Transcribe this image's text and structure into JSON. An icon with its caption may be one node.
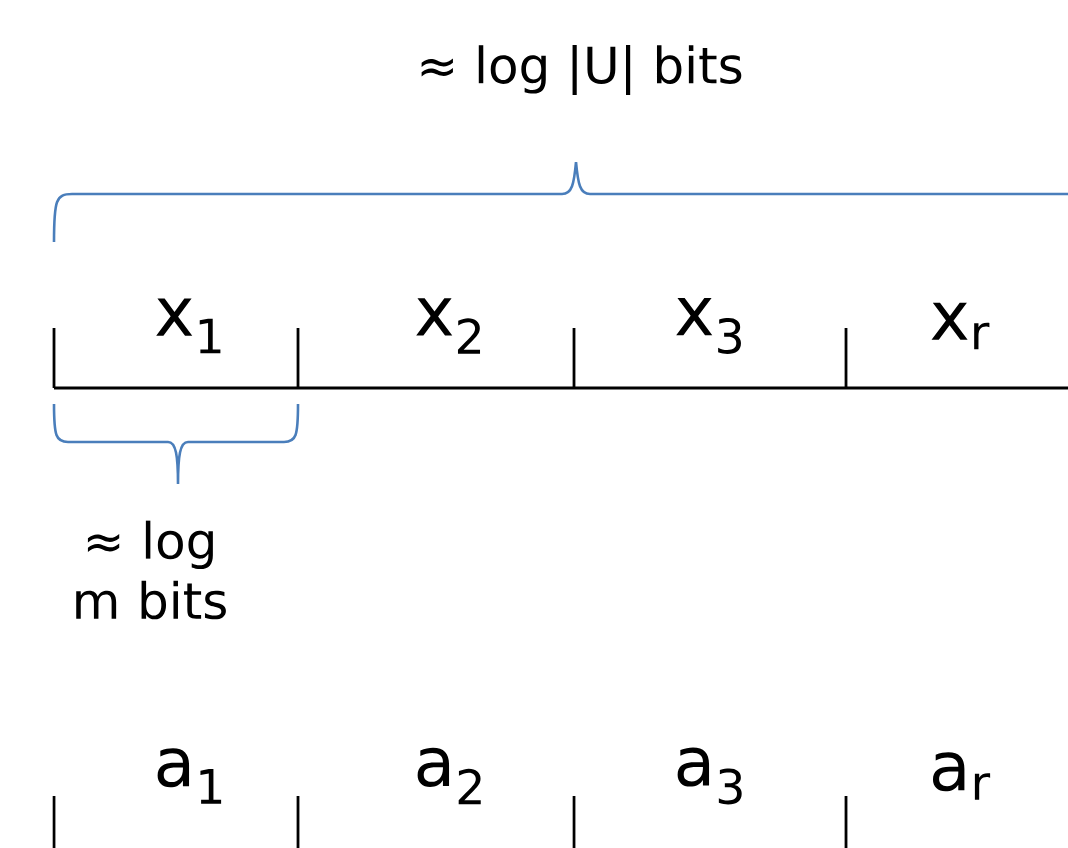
{
  "diagram": {
    "labels": [
      "≈ log |U| bits",
      "x$_{1}$",
      "x$_{2}$",
      "x$_{3}$",
      "x$_{r}$",
      "≈ log m bits",
      "a$_{1}$",
      "a$_{2}$",
      "a$_{3}$",
      "a$_{r}$"
    ]
  }
}
